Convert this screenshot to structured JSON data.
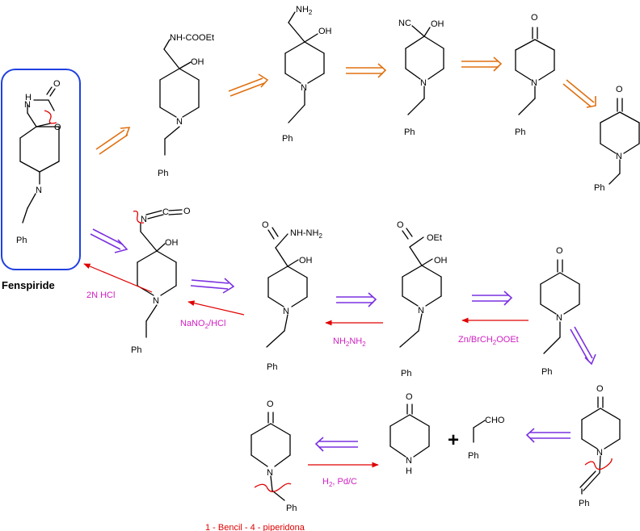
{
  "title": "Fenspiride",
  "bottom_label": "1 - Bencil - 4 - piperidona",
  "atoms": {
    "N": "N",
    "NH": "N",
    "H": "H",
    "O": "O",
    "OH": "OH",
    "Ph": "Ph",
    "NC": "NC",
    "NH2": "NH",
    "two": "2",
    "NHCOOEt": "NH-COOEt",
    "NCO_N": "N",
    "NCO_C": "C",
    "NCO_O": "O",
    "hydrazide": "NH-NH",
    "OEt": "OEt",
    "CHO": "CHO",
    "plus": "+"
  },
  "reagents": {
    "hcl": "2N HCl",
    "nano2_a": "NaNO",
    "nano2_sub": "2",
    "nano2_b": "/HCl",
    "nh2nh2_a": "NH",
    "nh2nh2_s1": "2",
    "nh2nh2_b": "NH",
    "nh2nh2_s2": "2",
    "zn_a": "Zn/BrCH",
    "zn_sub": "2",
    "zn_b": "OOEt",
    "h2": "H",
    "h2_sub": "2",
    "h2_b": ", Pd/C"
  },
  "colors": {
    "orange": "#e07010",
    "purple": "#7a30e0",
    "red": "#e00000",
    "magenta": "#d020c0",
    "box": "#2040e0"
  }
}
